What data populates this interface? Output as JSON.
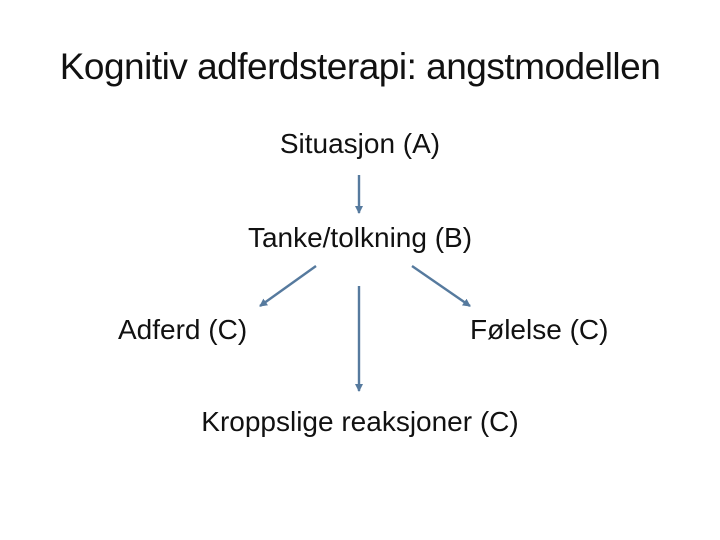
{
  "slide": {
    "title": "Kognitiv adferdsterapi: angstmodellen",
    "nodes": {
      "situasjon": "Situasjon (A)",
      "tanke": "Tanke/tolkning (B)",
      "adferd": "Adferd (C)",
      "folelse": "Følelse (C)",
      "kroppslige": "Kroppslige reaksjoner (C)"
    },
    "edges": [
      {
        "from": "Situasjon (A)",
        "to": "Tanke/tolkning (B)"
      },
      {
        "from": "Tanke/tolkning (B)",
        "to": "Adferd (C)"
      },
      {
        "from": "Tanke/tolkning (B)",
        "to": "Kroppslige reaksjoner (C)"
      },
      {
        "from": "Tanke/tolkning (B)",
        "to": "Følelse (C)"
      }
    ],
    "colors": {
      "background": "#ffffff",
      "text": "#111111",
      "arrow": "#567a9e"
    }
  }
}
